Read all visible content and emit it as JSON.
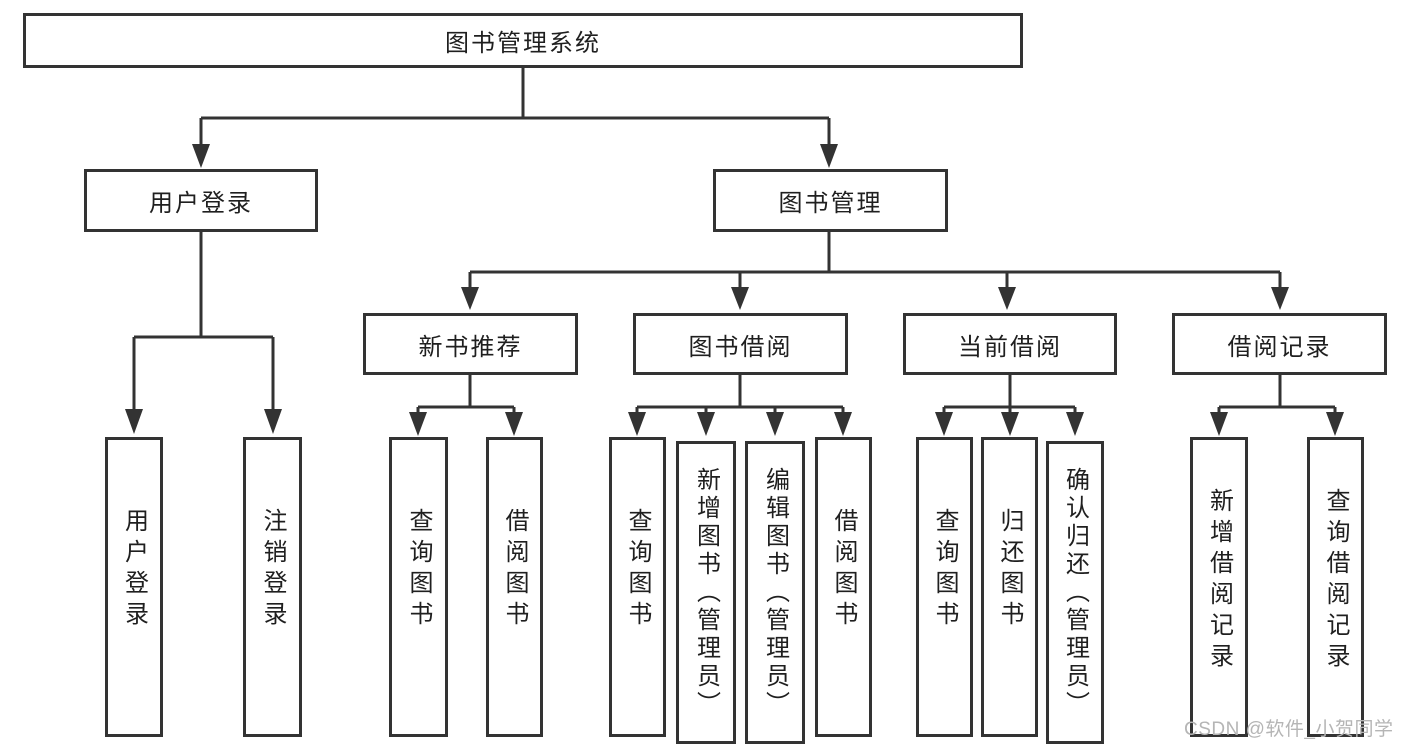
{
  "diagram": {
    "type": "tree",
    "root": {
      "label": "图书管理系统"
    },
    "level2": {
      "user_login": {
        "label": "用户登录"
      },
      "book_mgmt": {
        "label": "图书管理"
      }
    },
    "level3": {
      "new_book_rec": {
        "label": "新书推荐"
      },
      "book_borrow": {
        "label": "图书借阅"
      },
      "current_borrow": {
        "label": "当前借阅"
      },
      "borrow_record": {
        "label": "借阅记录"
      }
    },
    "level4": {
      "ul_user_login": {
        "label": "用户登录"
      },
      "ul_logout": {
        "label": "注销登录"
      },
      "nb_query_book": {
        "label": "查询图书"
      },
      "nb_borrow_book": {
        "label": "借阅图书"
      },
      "bb_query_book": {
        "label": "查询图书"
      },
      "bb_add_book": {
        "label": "新增图书（管理员）"
      },
      "bb_edit_book": {
        "label": "编辑图书（管理员）"
      },
      "bb_borrow_book": {
        "label": "借阅图书"
      },
      "cb_query_book": {
        "label": "查询图书"
      },
      "cb_return_book": {
        "label": "归还图书"
      },
      "cb_confirm_return": {
        "label": "确认归还（管理员）"
      },
      "br_add_record": {
        "label": "新增借阅记录"
      },
      "br_query_record": {
        "label": "查询借阅记录"
      }
    }
  },
  "watermark": {
    "text": "CSDN @软件_小贺同学"
  },
  "colors": {
    "line": "#333333",
    "box_border": "#333333",
    "box_fill": "#ffffff",
    "text": "#1f1f1f",
    "background": "#ffffff",
    "watermark": "#b5b5b5"
  }
}
